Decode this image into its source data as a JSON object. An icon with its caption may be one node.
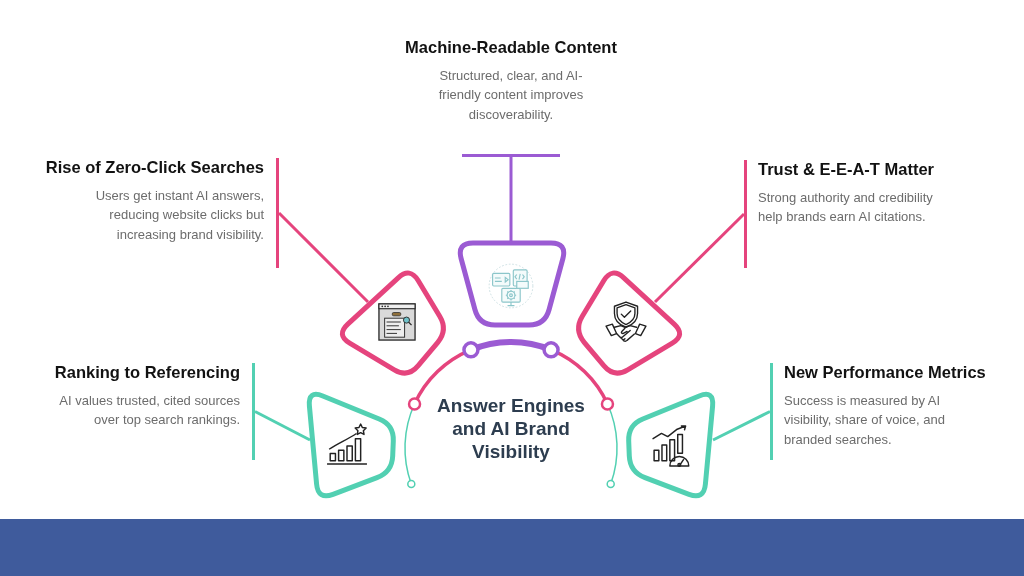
{
  "diagram": {
    "title": "Answer Engines and AI Brand Visibility",
    "nodes": [
      {
        "text": [
          "Machine-Readable Content",
          "Structured, clear, and AI-friendly content improves discoverability."
        ]
      },
      {
        "text": [
          "Rise of Zero-Click Searches",
          "Users get instant AI answers, reducing website clicks but increasing brand visibility."
        ]
      },
      {
        "text": [
          "Trust & E-E-A-T Matter",
          "Strong authority and credibility help brands earn AI citations."
        ]
      },
      {
        "text": [
          "Ranking to Referencing",
          "AI values trusted, cited sources over top search rankings."
        ]
      },
      {
        "text": [
          "New Performance Metrics",
          "Success is measured by AI visibility, share of voice, and branded searches."
        ]
      },
      {
        "text": [],
        "shape": "trapezoid"
      },
      {
        "text": [],
        "shape": "trapezoid"
      },
      {
        "text": [],
        "shape": "trapezoid"
      },
      {
        "text": [],
        "shape": "trapezoid"
      },
      {
        "text": [],
        "shape": "trapezoid"
      }
    ],
    "edges": [
      {
        "from": 0,
        "to": 5,
        "arrow": "none",
        "color": "#9b5bd3"
      },
      {
        "from": 1,
        "to": 6,
        "arrow": "none",
        "color": "#e5447d"
      },
      {
        "from": 2,
        "to": 7,
        "arrow": "none",
        "color": "#e5447d"
      },
      {
        "from": 3,
        "to": 8,
        "arrow": "none",
        "color": "#52d0b2"
      },
      {
        "from": 4,
        "to": 9,
        "arrow": "none",
        "color": "#52d0b2"
      }
    ]
  }
}
